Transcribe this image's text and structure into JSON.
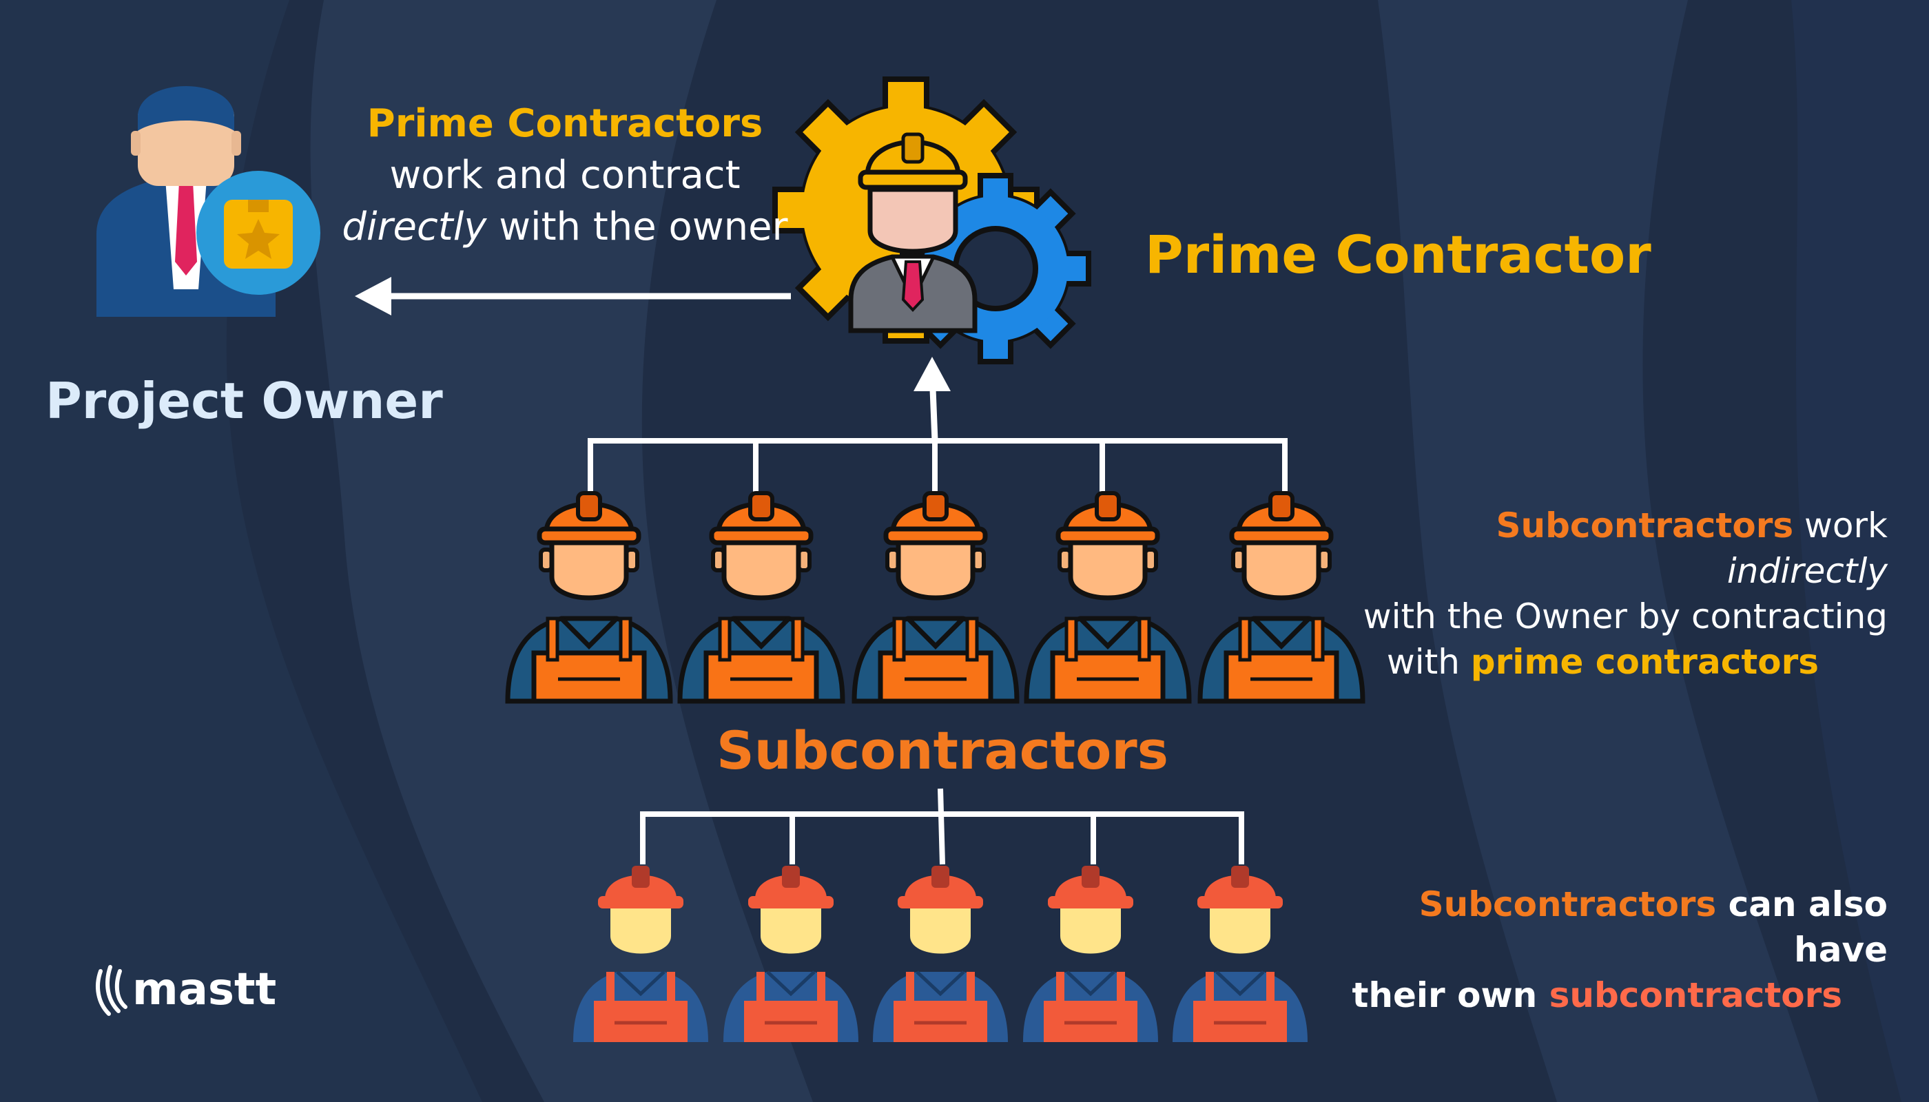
{
  "colors": {
    "background": "#1f2d45",
    "yellow": "#f7b500",
    "orange": "#f47a1f",
    "salmon": "#ff6a4a",
    "pale_blue": "#dcebfa",
    "arrow": "#ffffff"
  },
  "owner": {
    "label": "Project Owner",
    "icon": "businessman-with-star-badge-icon"
  },
  "prime": {
    "label": "Prime Contractor",
    "icon": "engineer-with-gears-icon",
    "caption": {
      "line1": "Prime Contractors",
      "line2": "work and contract",
      "line3_em": "directly",
      "line3_rest": " with the owner"
    }
  },
  "subs": {
    "label": "Subcontractors",
    "icon": "construction-worker-icon",
    "count": 5,
    "caption": {
      "l1_highlight": "Subcontractors",
      "l1_text": " work ",
      "l1_em": "indirectly",
      "l2": "with the Owner by contracting",
      "l3_text": "with ",
      "l3_highlight": "prime contractors"
    }
  },
  "subsubs": {
    "icon": "construction-worker-icon",
    "count": 5,
    "caption": {
      "l1_highlight": "Subcontractors",
      "l1_text": " can also have",
      "l2_text": "their own ",
      "l2_highlight": "subcontractors"
    }
  },
  "brand": {
    "name": "mastt",
    "icon": "mastt-logo-icon"
  }
}
